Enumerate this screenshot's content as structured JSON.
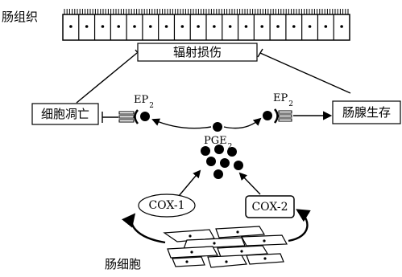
{
  "labels": {
    "intestinal_tissue": "肠组织",
    "radiation_injury": "辐射损伤",
    "apoptosis": "细胞凋亡",
    "crypt_survival": "肠腺生存",
    "ep2_left_main": "EP",
    "ep2_left_sub": "2",
    "ep2_right_main": "EP",
    "ep2_right_sub": "2",
    "pge2_main": "PGE",
    "pge2_sub": "2",
    "cox1": "COX-1",
    "cox2": "COX-2",
    "intestinal_cells": "肠细胞"
  }
}
